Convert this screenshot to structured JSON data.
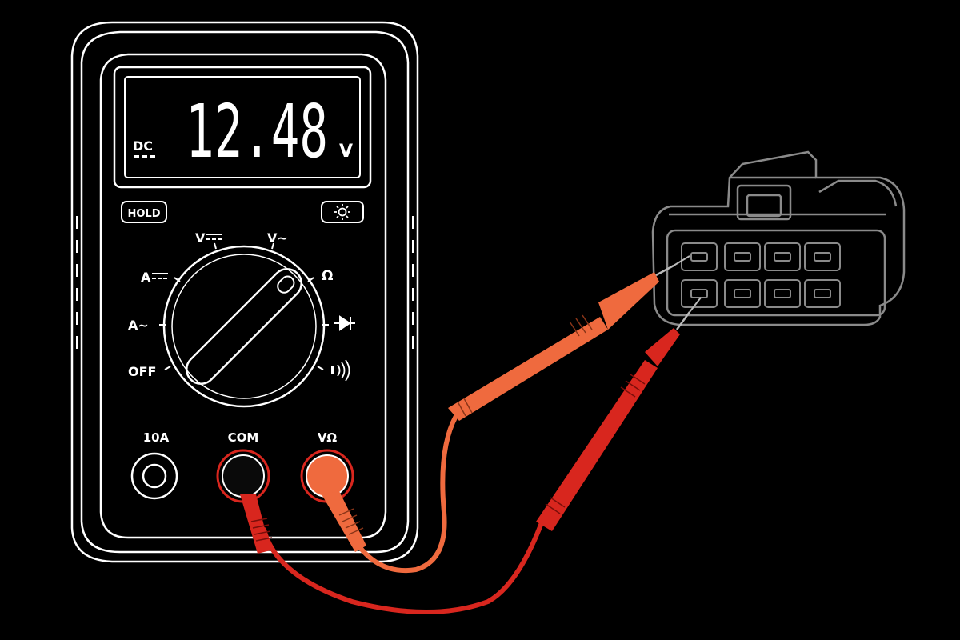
{
  "display": {
    "reading": "12.48",
    "unit": "V",
    "mode": "DC"
  },
  "buttons": {
    "hold": "HOLD",
    "backlight_icon": "sun-icon"
  },
  "dial": {
    "labels": {
      "v_dc": "V",
      "v_ac": "V~",
      "ohm": "Ω",
      "a_dc": "A",
      "a_ac": "A~",
      "off": "OFF"
    },
    "icons": [
      "diode-icon",
      "continuity-icon"
    ]
  },
  "jacks": {
    "amp": "10A",
    "com": "COM",
    "volt_ohm": "VΩ"
  },
  "colors": {
    "outline": "#ffffff",
    "background": "#000000",
    "black_lead": "#d8261e",
    "red_lead": "#ef6a3e",
    "connector": "#8a8a8a"
  }
}
